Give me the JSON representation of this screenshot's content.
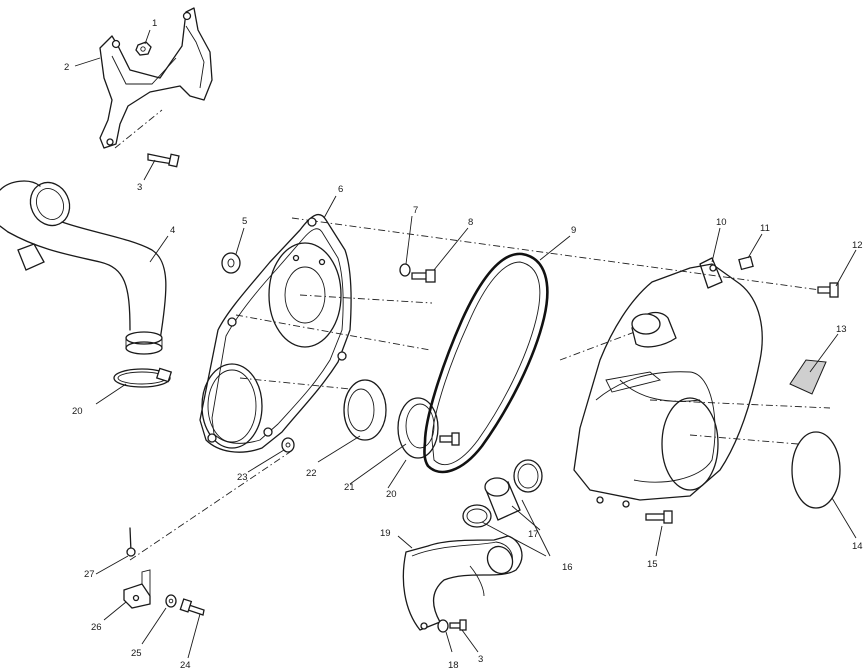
{
  "diagram": {
    "type": "exploded-parts-view",
    "callouts": [
      "1",
      "2",
      "3",
      "4",
      "5",
      "6",
      "7",
      "8",
      "9",
      "10",
      "11",
      "12",
      "13",
      "14",
      "15",
      "16",
      "17",
      "18",
      "19",
      "20",
      "21",
      "22",
      "23",
      "24",
      "25",
      "26",
      "27",
      "20",
      "3"
    ]
  }
}
